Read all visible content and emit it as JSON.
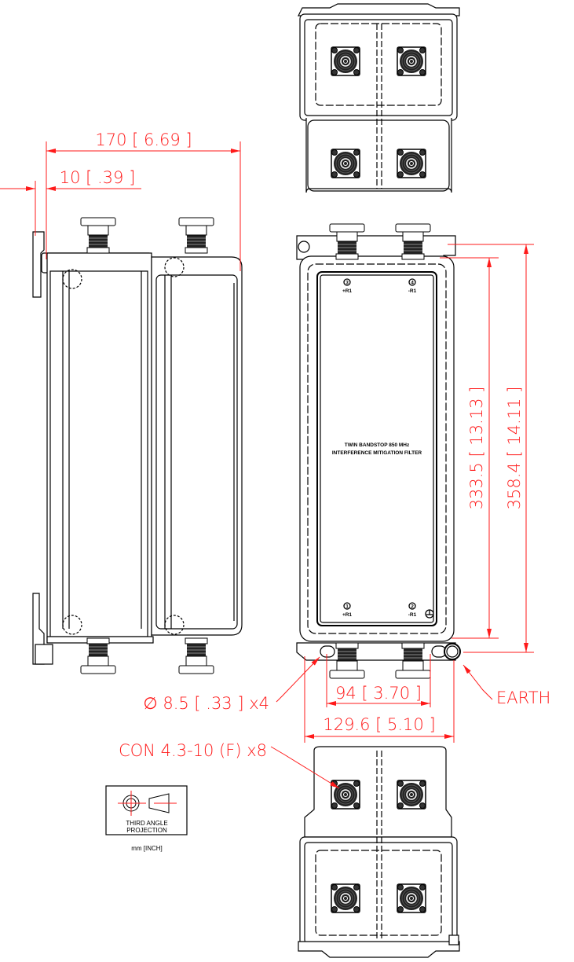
{
  "drawing": {
    "product_label_line1": "TWIN BANDSTOP 850 MHz",
    "product_label_line2": "INTERFERENCE MITIGATION FILTER",
    "ports": [
      {
        "number": "3",
        "polarity": "+R1"
      },
      {
        "number": "4",
        "polarity": "-R1"
      },
      {
        "number": "1",
        "polarity": "+R1"
      },
      {
        "number": "2",
        "polarity": "-R1"
      }
    ],
    "colors": {
      "dimension": "#ff1a1a",
      "outline": "#000000",
      "background": "#ffffff"
    }
  },
  "dimensions": {
    "depth_overall": "170 [ 6.69 ]",
    "bracket_offset": "10 [ .39 ]",
    "height_body": "333.5 [ 13.13 ]",
    "height_overall": "358.4 [ 14.11 ]",
    "hole_spacing": "94 [ 3.70 ]",
    "width_overall": "129.6 [ 5.10 ]",
    "mounting_holes": "∅ 8.5 [ .33 ] x4",
    "connectors": "CON 4.3-10 (F) x8",
    "earth": "EARTH"
  },
  "projection_symbol": {
    "line1": "THIRD ANGLE",
    "line2": "PROJECTION",
    "units": "mm [INCH]"
  }
}
